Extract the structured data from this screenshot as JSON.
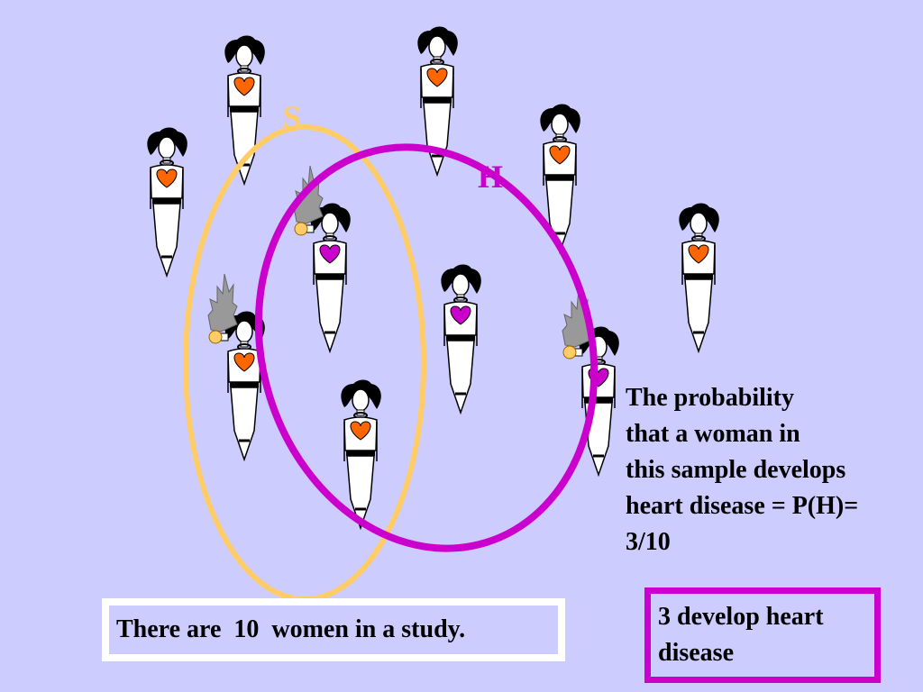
{
  "set_labels": {
    "s": "S",
    "h": "H"
  },
  "probability_text": [
    "The probability",
    "that a woman in",
    "this sample develops",
    "heart disease = P(H)=",
    "3/10"
  ],
  "study_caption": "There are  10  women in a study.",
  "heart_box_text": [
    "3 develop heart",
    "disease"
  ],
  "colors": {
    "background": "#ccccff",
    "set_s": "#ffcc66",
    "set_h": "#cc00cc",
    "heart_healthy": "#ff6600",
    "heart_disease": "#cc00cc",
    "smoke": "#999999"
  },
  "women": [
    {
      "heart": "healthy",
      "smoker": false
    },
    {
      "heart": "healthy",
      "smoker": false
    },
    {
      "heart": "healthy",
      "smoker": false
    },
    {
      "heart": "healthy",
      "smoker": false
    },
    {
      "heart": "healthy",
      "smoker": false
    },
    {
      "heart": "disease",
      "smoker": true
    },
    {
      "heart": "disease",
      "smoker": false
    },
    {
      "heart": "healthy",
      "smoker": true
    },
    {
      "heart": "disease",
      "smoker": true
    },
    {
      "heart": "healthy",
      "smoker": false
    }
  ]
}
